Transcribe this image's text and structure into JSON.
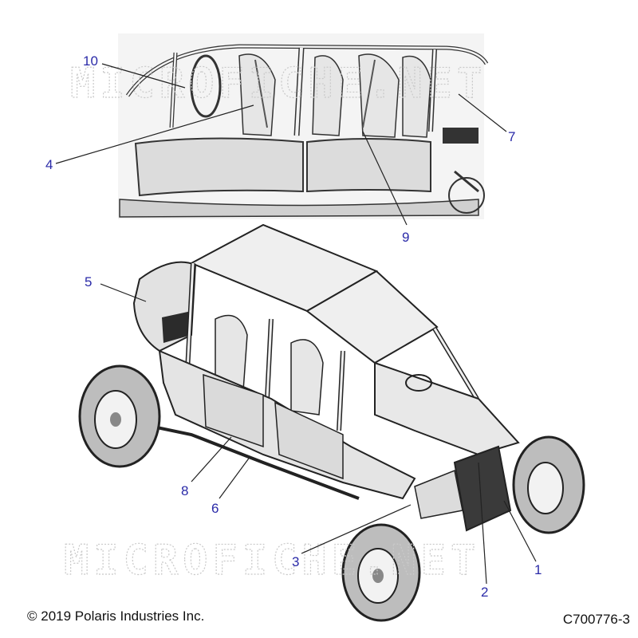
{
  "diagram": {
    "callouts": [
      {
        "id": "1",
        "label": "1"
      },
      {
        "id": "2",
        "label": "2"
      },
      {
        "id": "3",
        "label": "3"
      },
      {
        "id": "4",
        "label": "4"
      },
      {
        "id": "5",
        "label": "5"
      },
      {
        "id": "6",
        "label": "6"
      },
      {
        "id": "7",
        "label": "7"
      },
      {
        "id": "8",
        "label": "8"
      },
      {
        "id": "9",
        "label": "9"
      },
      {
        "id": "10",
        "label": "10"
      }
    ],
    "watermark_text": "MICROFICHE.NET",
    "callout_color": "#2a2aa8",
    "line_color": "#222222"
  },
  "footer": {
    "copyright": "© 2019 Polaris Industries Inc.",
    "figure_id": "C700776-3"
  }
}
